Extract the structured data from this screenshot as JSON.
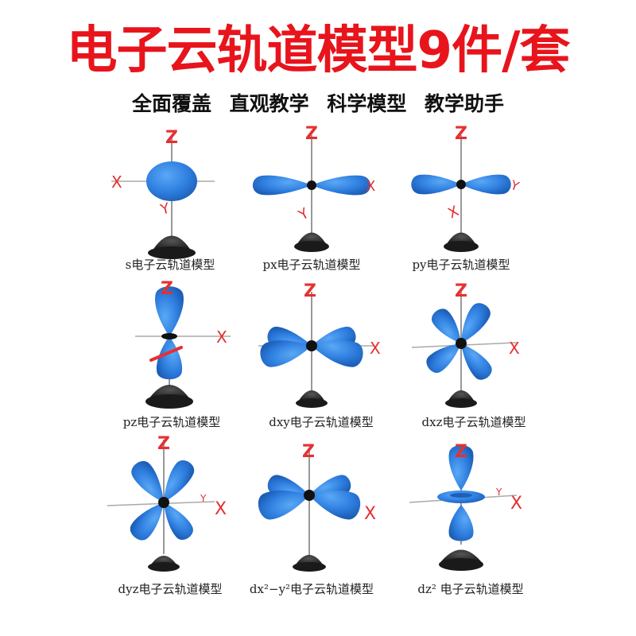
{
  "header": {
    "title": "电子云轨道模型9件/套",
    "subtitle": "全面覆盖  直观教学  科学模型  教学助手"
  },
  "colors": {
    "title_red": "#e8141c",
    "orbital_blue": "#2f7fe0",
    "axis_label_red": "#e53030",
    "base_black": "#1a1a1a"
  },
  "models": [
    {
      "id": "s",
      "label": "s电子云轨道模型"
    },
    {
      "id": "px",
      "label": "px电子云轨道模型"
    },
    {
      "id": "py",
      "label": "py电子云轨道模型"
    },
    {
      "id": "pz",
      "label": "pz电子云轨道模型"
    },
    {
      "id": "dxy",
      "label": "dxy电子云轨道模型"
    },
    {
      "id": "dxz",
      "label": "dxz电子云轨道模型"
    },
    {
      "id": "dyz",
      "label": "dyz电子云轨道模型"
    },
    {
      "id": "dx2-y2",
      "label": "dx²−y²电子云轨道模型"
    },
    {
      "id": "dz2",
      "label": "dz² 电子云轨道模型"
    }
  ],
  "axis_labels": {
    "z": "Z",
    "x": "X",
    "y": "Y"
  }
}
